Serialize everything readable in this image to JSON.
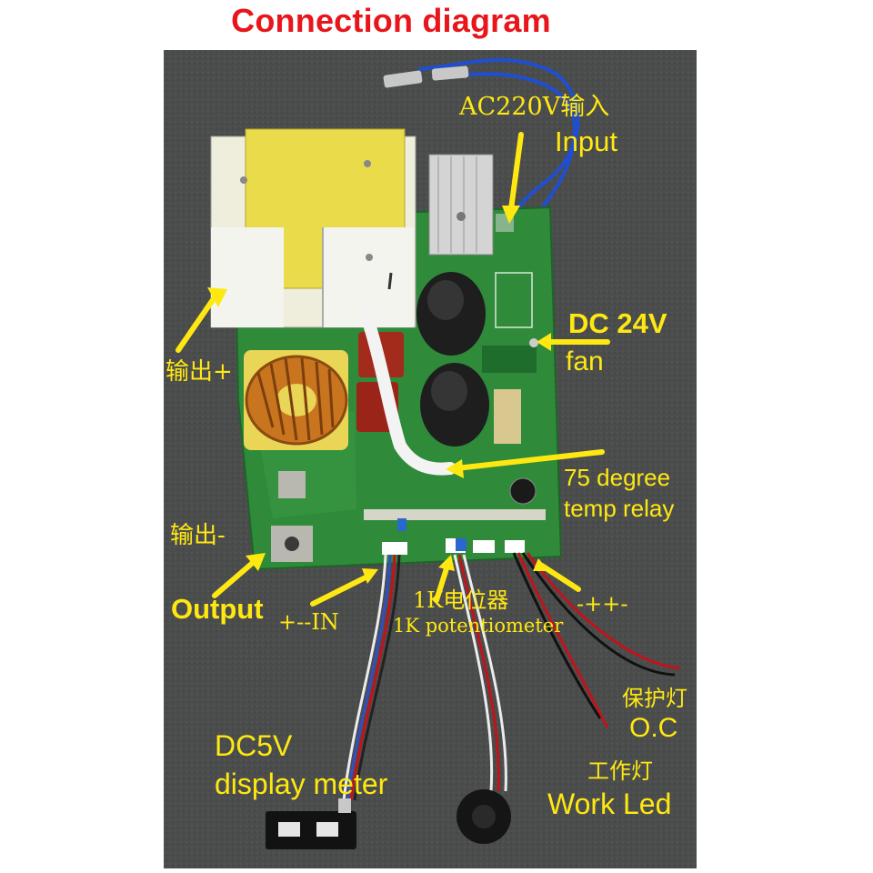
{
  "title": "Connection diagram",
  "labels": {
    "ac_cn": "AC220V输入",
    "ac_en": "Input",
    "dc24": "DC 24V",
    "fan": "fan",
    "out_plus_cn": "输出+",
    "temp_1": "75 degree",
    "temp_2": "temp relay",
    "out_minus_cn": "输出-",
    "output_en": "Output",
    "in_pins": "+--IN",
    "pot_cn": "1K电位器",
    "pot_en": "1K potentiometer",
    "led_pins": "-++-",
    "protect_cn": "保护灯",
    "oc": "O.C",
    "meter_1": "DC5V",
    "meter_2": "display meter",
    "work_cn": "工作灯",
    "work_en": "Work Led"
  },
  "colors": {
    "title": "#e8151b",
    "label": "#ffe812",
    "pcb": "#2f8a3a",
    "background": "#4a4c4c",
    "wire_blue": "#1f4fd0",
    "wire_red": "#c0141a"
  }
}
